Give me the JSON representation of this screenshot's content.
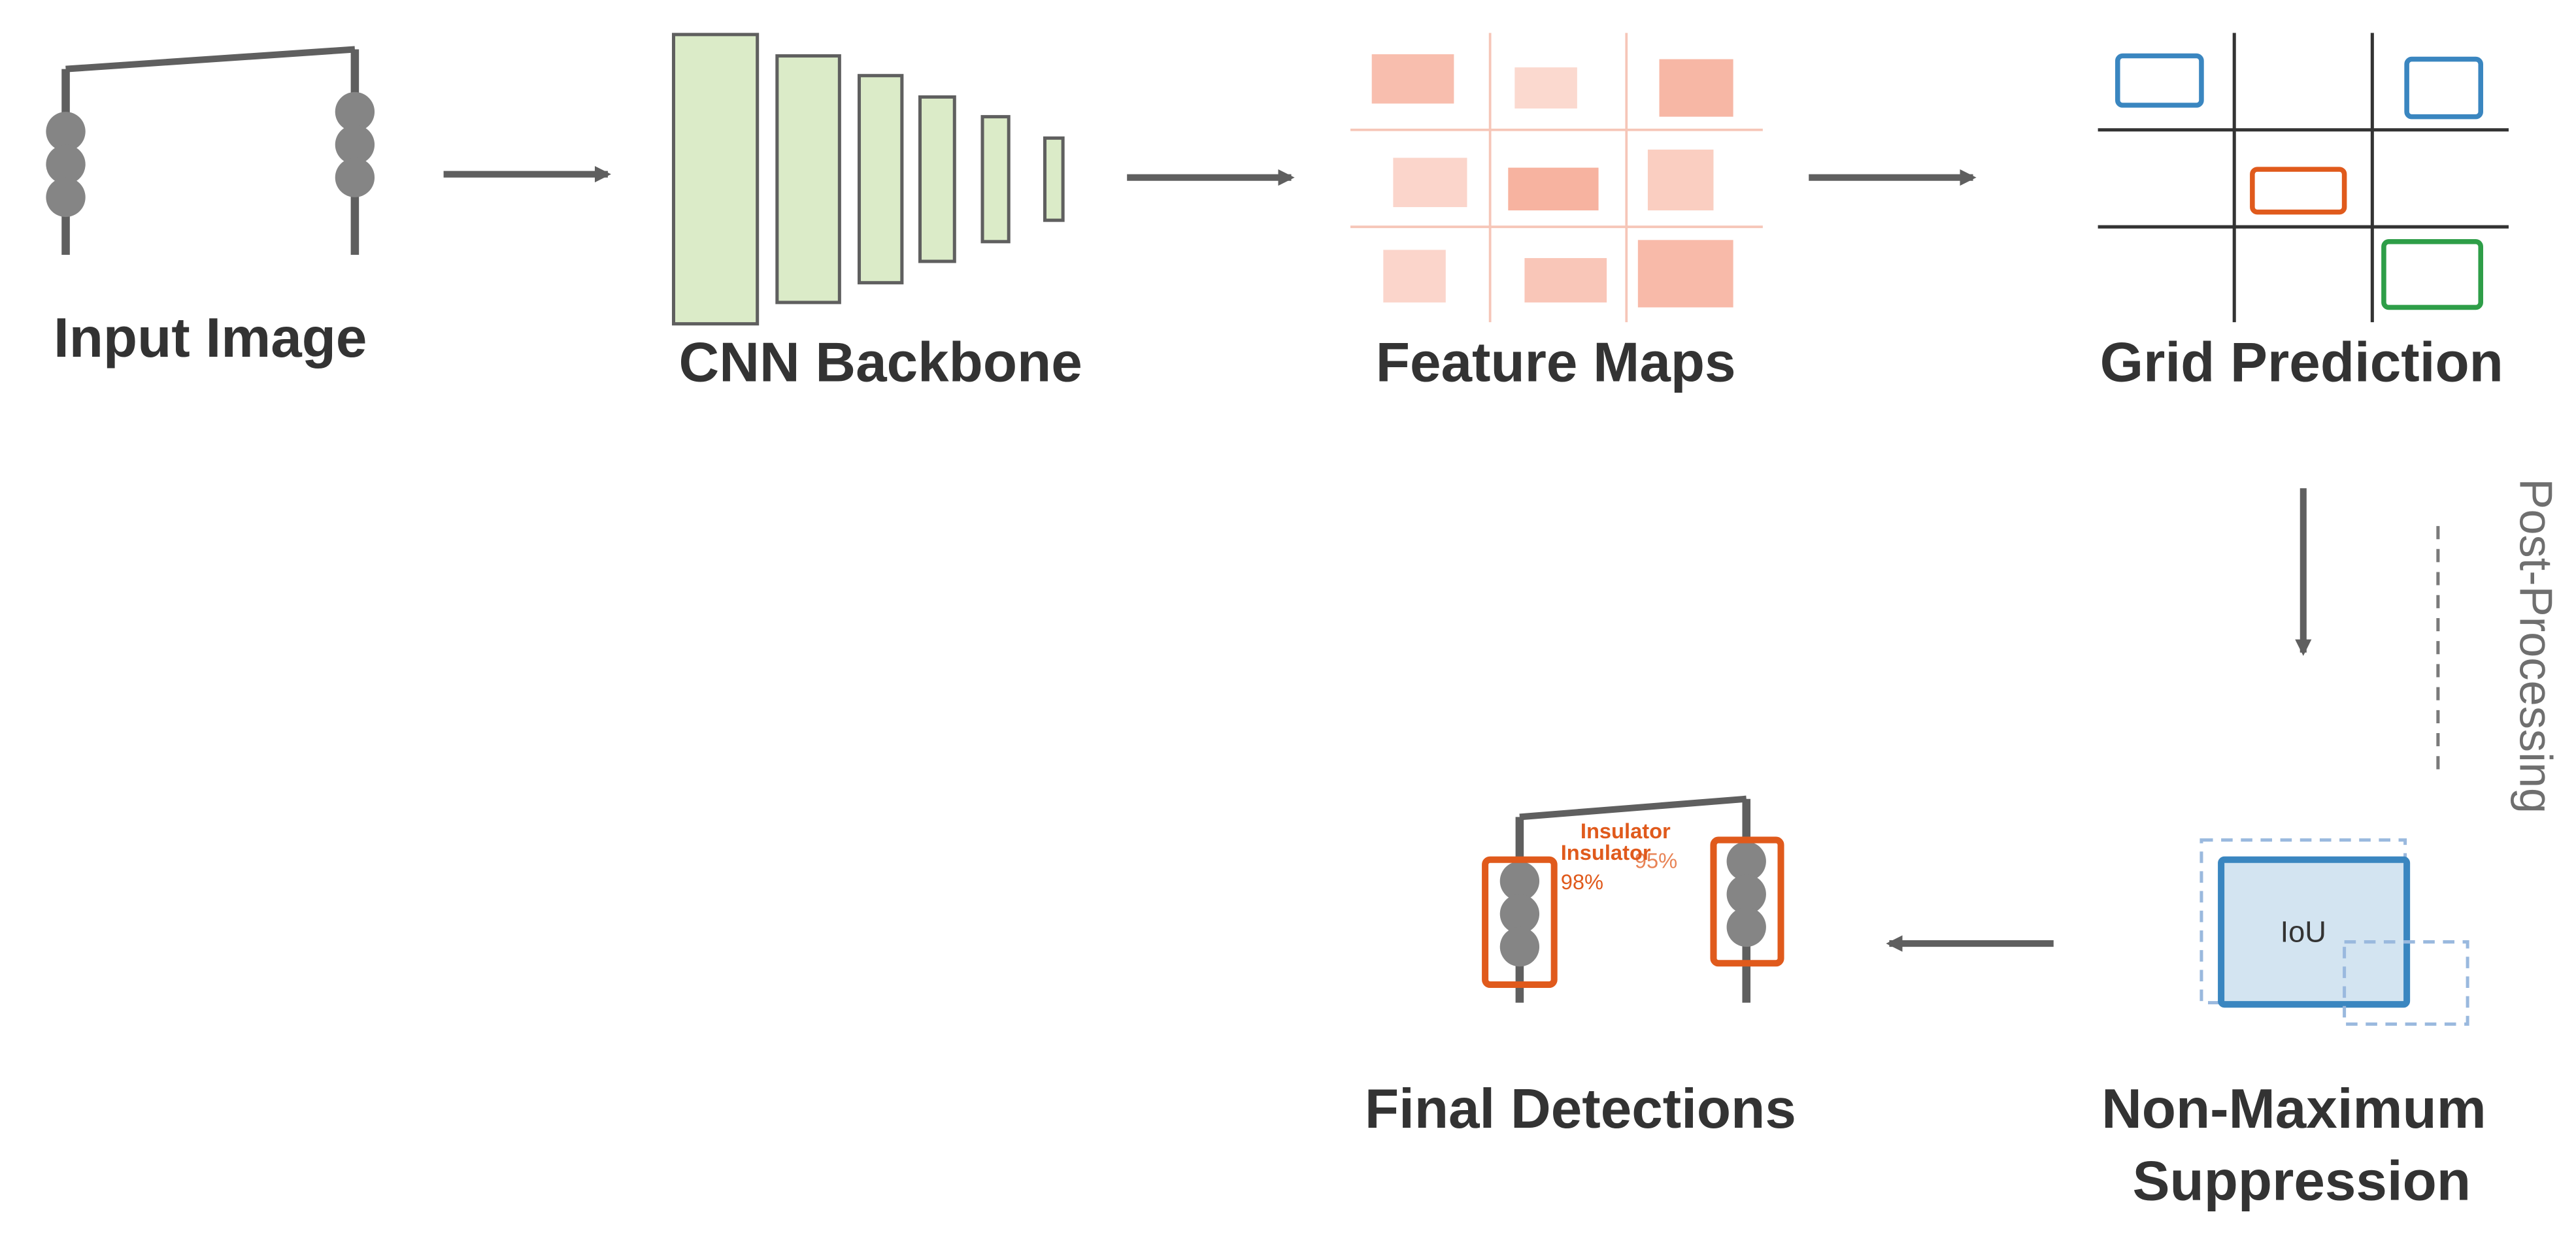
{
  "stages": {
    "input": {
      "title": "Input Image"
    },
    "backbone": {
      "title": "CNN Backbone"
    },
    "features": {
      "title": "Feature Maps"
    },
    "grid": {
      "title": "Grid Prediction"
    },
    "nms": {
      "title_line1": "Non-Maximum",
      "title_line2": "Suppression",
      "iou_label": "IoU"
    },
    "final": {
      "title": "Final Detections"
    }
  },
  "post_processing_label": "Post-Processing",
  "detections": [
    {
      "label": "Insulator",
      "score": "98%"
    },
    {
      "label": "Insulator",
      "score": "95%"
    }
  ],
  "colors": {
    "stroke": "#5f5f5f",
    "insulator": "#858585",
    "backbone_fill": "#dbebc8",
    "feature_cell": "#f7b3a0",
    "grid_line": "#333333",
    "box_blue": "#3a86c0",
    "box_orange": "#e05a1c",
    "box_green": "#2e9e48",
    "detection": "#e05a1c",
    "iou_fill": "#d3e4f1",
    "dashed_blue": "#9ab9de"
  }
}
